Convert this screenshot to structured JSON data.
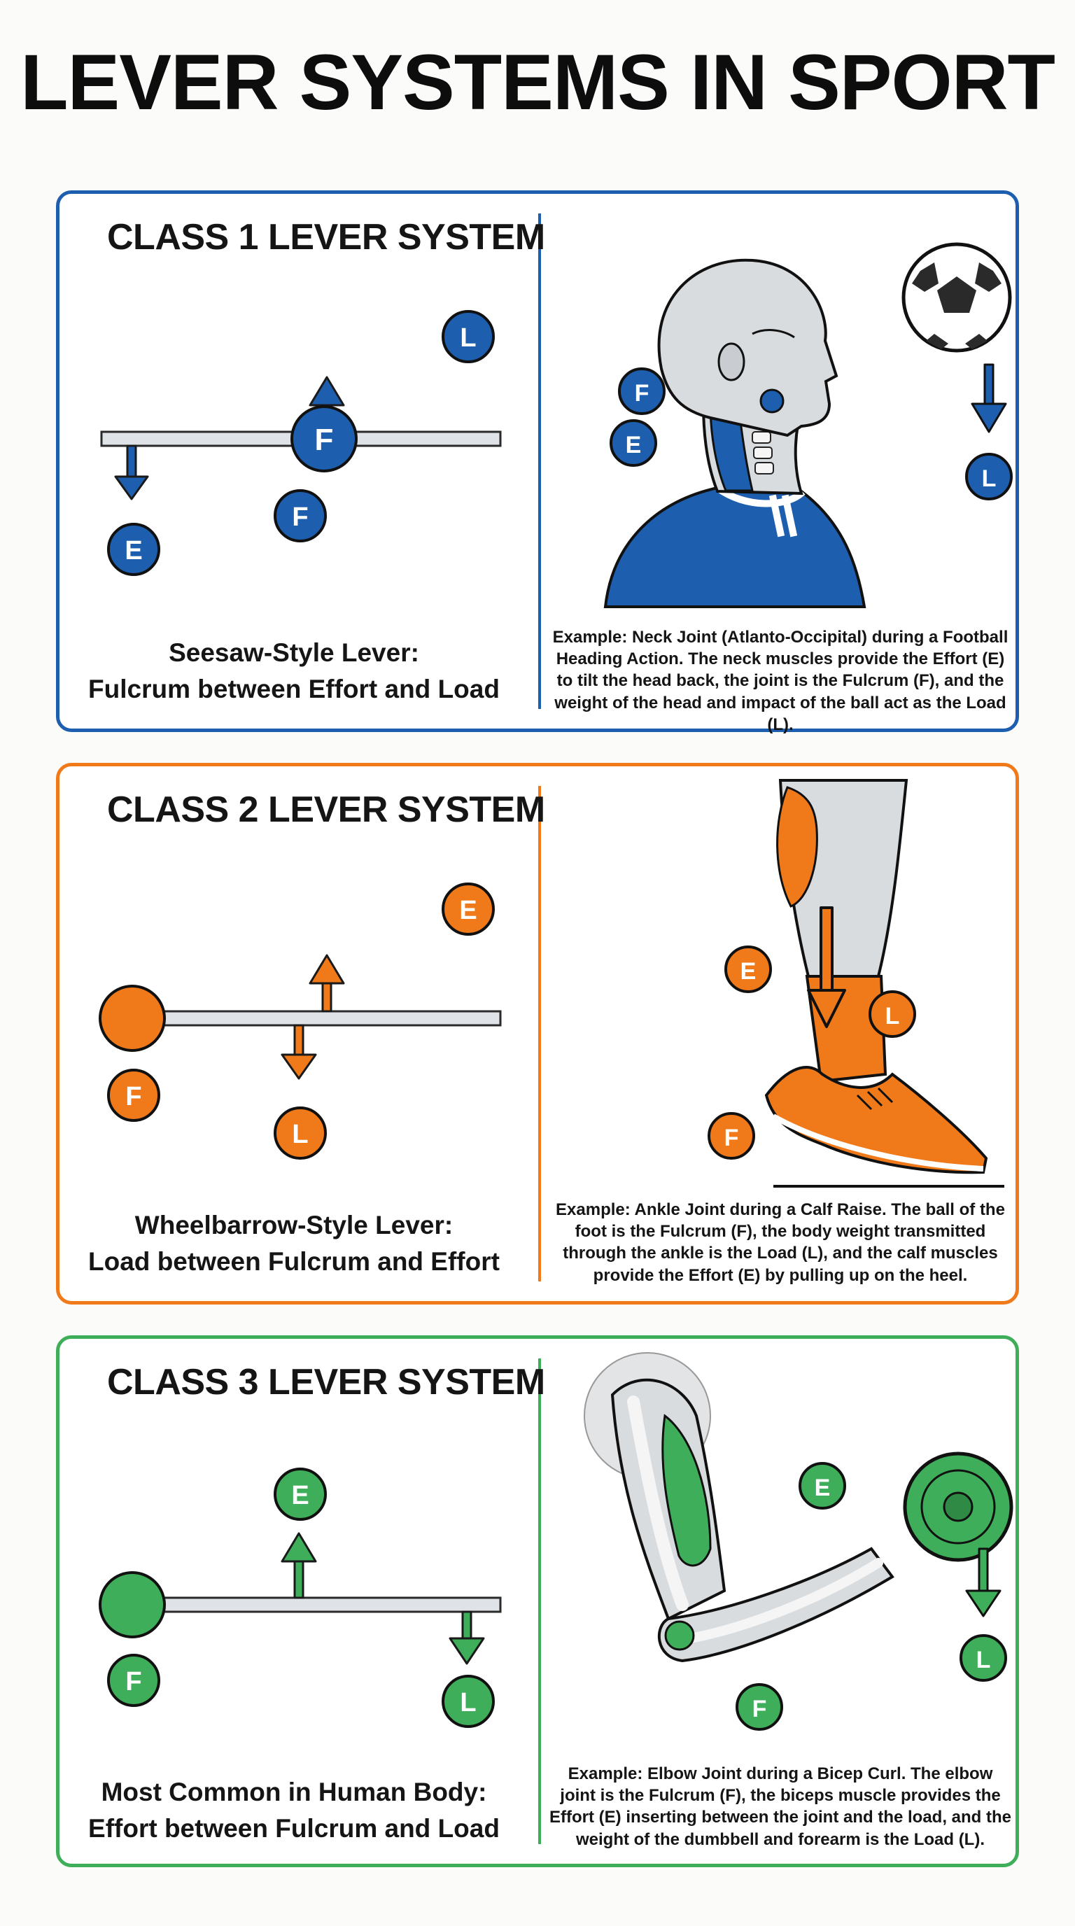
{
  "title": "LEVER SYSTEMS IN SPORT",
  "colors": {
    "class1": "#1d5fae",
    "class2": "#f07a1a",
    "class3": "#3fae5a",
    "beam": "#dfe2e6",
    "beam_stroke": "#2a2a2a"
  },
  "panels": [
    {
      "title": "CLASS 1 LEVER SYSTEM",
      "caption_line1": "Seesaw-Style Lever:",
      "caption_line2": "Fulcrum between Effort and Load",
      "labels": {
        "fulcrum": "F",
        "fulcrum_below": "F",
        "effort": "E",
        "load": "L"
      },
      "illus_labels": {
        "f": "F",
        "e": "E",
        "l": "L"
      },
      "example": "Example: Neck Joint (Atlanto-Occipital) during a Football Heading Action. The neck muscles provide the Effort (E) to tilt the head back, the joint is the Fulcrum (F), and the weight of the head and impact of the ball act as the Load (L)."
    },
    {
      "title": "CLASS 2 LEVER SYSTEM",
      "caption_line1": "Wheelbarrow-Style Lever:",
      "caption_line2": "Load between Fulcrum and Effort",
      "labels": {
        "fulcrum": "F",
        "effort": "E",
        "load": "L"
      },
      "illus_labels": {
        "e": "E",
        "l": "L",
        "f": "F"
      },
      "example": "Example: Ankle Joint during a Calf Raise. The ball of the foot is the Fulcrum (F), the body weight transmitted through the ankle is the Load (L), and the calf muscles provide the Effort (E) by pulling up on the heel."
    },
    {
      "title": "CLASS 3 LEVER SYSTEM",
      "caption_line1": "Most Common in Human Body:",
      "caption_line2": "Effort between Fulcrum and Load",
      "labels": {
        "fulcrum": "F",
        "effort": "E",
        "load": "L"
      },
      "illus_labels": {
        "e": "E",
        "l": "L",
        "f": "F"
      },
      "example": "Example: Elbow Joint during a Bicep Curl. The elbow joint is the Fulcrum (F), the biceps muscle provides the Effort (E) inserting between the joint and the load, and the weight of the dumbbell and forearm is the Load (L)."
    }
  ]
}
